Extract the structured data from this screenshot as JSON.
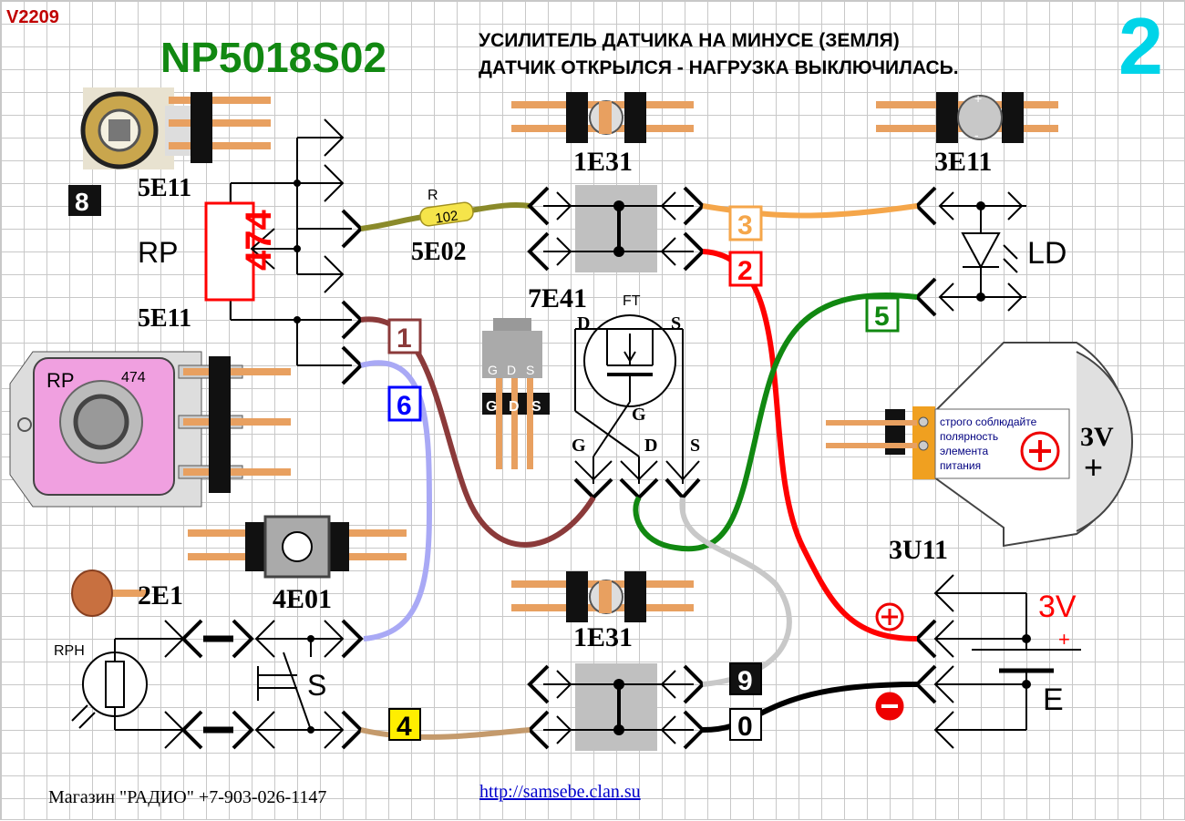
{
  "header": {
    "version": "V2209",
    "model": "NP5018S02",
    "title_line1": "УСИЛИТЕЛЬ ДАТЧИКА НА МИНУСЕ (ЗЕМЛЯ)",
    "title_line2": "ДАТЧИК ОТКРЫЛСЯ - НАГРУЗКА ВЫКЛЮЧИЛАСЬ.",
    "page_number": "2"
  },
  "parts": {
    "trimmer_badge": "8",
    "rp_top": "5E11",
    "rp_bottom": "5E11",
    "rp_label": "RP",
    "rp_value": "474",
    "resistor_letter": "R",
    "resistor_code": "102",
    "resistor_id": "5E02",
    "jumper_top_id": "1E31",
    "jumper_bottom_id": "1E31",
    "led_id": "3E11",
    "led_label": "LD",
    "fet_id": "7E41",
    "fet_label": "FT",
    "fet_pins": [
      "G",
      "D",
      "S"
    ],
    "fet_d": "D",
    "fet_s": "S",
    "fet_g": "G",
    "pot_label": "RP",
    "pot_value": "474",
    "ldr_id": "2E1",
    "switch_id": "4E01",
    "rph_label": "RPH",
    "switch_label": "S",
    "battery_holder_id": "3U11",
    "battery_voltage": "3V",
    "battery_label": "E",
    "holder_voltage": "3V",
    "holder_plus": "+",
    "polarity_note": [
      "строго соблюдайте",
      "полярность",
      "элемента",
      "питания"
    ],
    "plus_sign": "+",
    "minus_sign": "−"
  },
  "wires": [
    {
      "num": "1",
      "color": "#8b3a3a"
    },
    {
      "num": "2",
      "color": "#ff0000"
    },
    {
      "num": "3",
      "color": "#f5a64a"
    },
    {
      "num": "4",
      "color": "#c49a6c"
    },
    {
      "num": "5",
      "color": "#118811"
    },
    {
      "num": "6",
      "color": "#a9a9f5"
    },
    {
      "num": "9",
      "color": "#c8c8c8"
    },
    {
      "num": "0",
      "color": "#000000"
    }
  ],
  "footer": {
    "shop": "Магазин \"РАДИО\" +7-903-026-1147",
    "url": "http://samsebe.clan.su"
  }
}
